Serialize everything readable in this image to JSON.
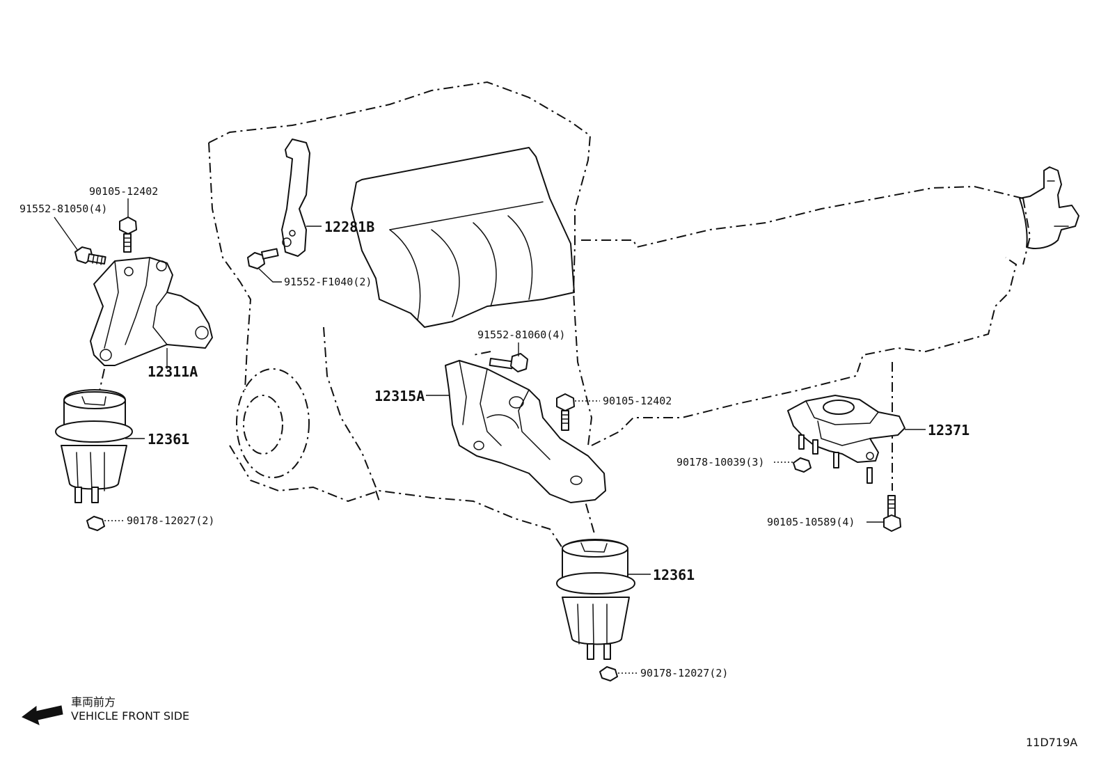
{
  "callouts": {
    "p90105_12402_top": "90105-12402",
    "p91552_81050": "91552-81050(4)",
    "p12311A": "12311A",
    "p12361_left": "12361",
    "p90178_12027_left": "90178-12027(2)",
    "p12281B": "12281B",
    "p91552_F1040": "91552-F1040(2)",
    "p91552_81060": "91552-81060(4)",
    "p12315A": "12315A",
    "p90105_12402_mid": "90105-12402",
    "p12361_center": "12361",
    "p90178_12027_center": "90178-12027(2)",
    "p12371": "12371",
    "p90178_10039": "90178-10039(3)",
    "p90105_10589": "90105-10589(4)"
  },
  "legend": {
    "japanese": "車両前方",
    "english": "VEHICLE FRONT SIDE"
  },
  "diagram_id": "11D719A"
}
